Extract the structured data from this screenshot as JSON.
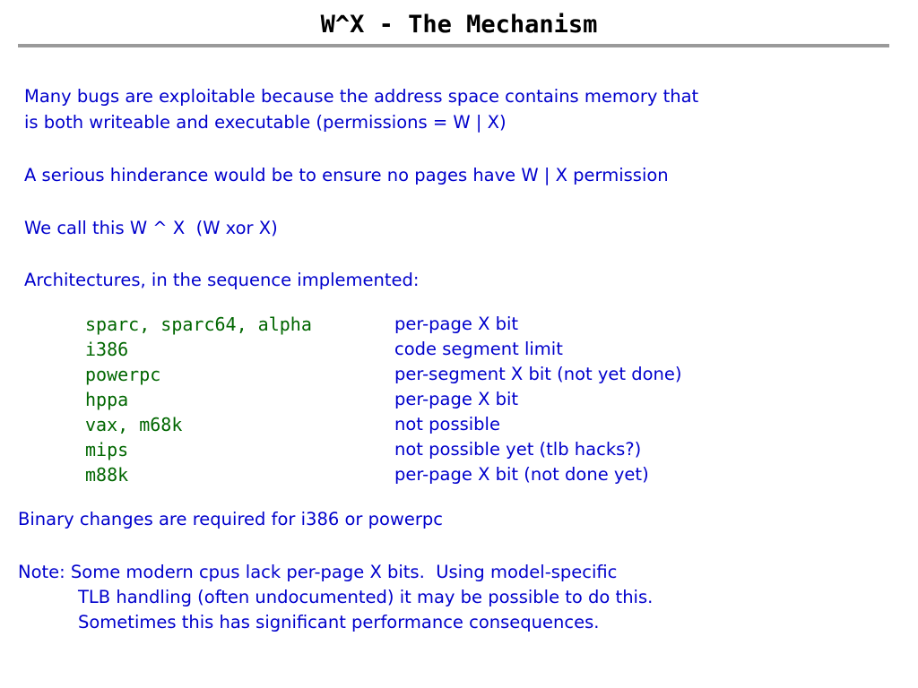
{
  "slide": {
    "title": "W^X - The Mechanism",
    "intro_line1": "Many bugs are exploitable because the address space contains memory that",
    "intro_line2": "is both writeable and executable (permissions = W | X)",
    "hinderance": "A serious hinderance would be to ensure no pages have W | X permission",
    "naming": "We call this W ^ X  (W xor X)",
    "arch_heading": "Architectures, in the sequence implemented:",
    "architectures": [
      {
        "name": "sparc, sparc64, alpha",
        "status": "per-page X bit"
      },
      {
        "name": "i386",
        "status": "code segment limit"
      },
      {
        "name": "powerpc",
        "status": "per-segment X bit (not yet done)"
      },
      {
        "name": "hppa",
        "status": "per-page X bit"
      },
      {
        "name": "vax, m68k",
        "status": "not possible"
      },
      {
        "name": "mips",
        "status": "not possible yet (tlb hacks?)"
      },
      {
        "name": "m88k",
        "status": "per-page X bit (not done yet)"
      }
    ],
    "binary_note": "Binary changes are required for i386 or powerpc",
    "note_line1": "Note: Some modern cpus lack per-page X bits.  Using model-specific",
    "note_line2": "TLB handling (often undocumented) it may be possible to do this.",
    "note_line3": "Sometimes this has significant performance consequences."
  },
  "colors": {
    "body_text": "#0000cc",
    "arch_names": "#006600",
    "title": "#000000",
    "rule": "#9a9a9a"
  }
}
